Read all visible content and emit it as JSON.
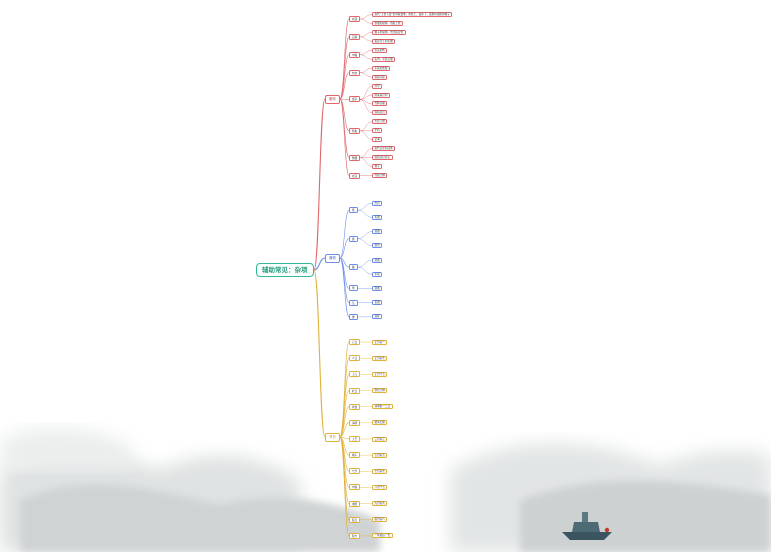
{
  "root": "辅助常见：杂项",
  "colors": {
    "root": "#35b89a",
    "branch_1": "#e0686c",
    "branch_2": "#6c8ee8",
    "branch_3": "#e0b23a"
  },
  "branches": [
    {
      "label": "服饰",
      "color": "red",
      "groups": [
        {
          "label": "衣裳",
          "items": [
            "古代“上衣下裳”的穿着要求，衣在上，裳在下，裳类似现在的裙子",
            "衣服的总称，也指上衣"
          ]
        },
        {
          "label": "冠冕",
          "items": [
            "帽子的总称，也泛指官位",
            "冕是帝王的礼帽"
          ]
        },
        {
          "label": "巾帻",
          "items": [
            "包头的布",
            "头巾，平民之服"
          ]
        },
        {
          "label": "布衣",
          "items": [
            "平民的衣服",
            "借指平民"
          ]
        },
        {
          "label": "绶带",
          "items": [
            "丝带",
            "用来系官印",
            "代称官职",
            "借指官员"
          ]
        },
        {
          "label": "笏板",
          "items": [
            "大臣上朝",
            "手持",
            "记事"
          ]
        },
        {
          "label": "簪缨",
          "items": [
            "古代官吏的冠饰",
            "借指高官显宦",
            "簪子"
          ]
        },
        {
          "label": "衣冠",
          "items": [
            "代指士绅"
          ]
        }
      ]
    },
    {
      "label": "器物",
      "color": "blue",
      "groups": [
        {
          "label": "鼎",
          "items": [
            "炊具",
            "礼器"
          ]
        },
        {
          "label": "爵",
          "items": [
            "酒器",
            "爵位"
          ]
        },
        {
          "label": "觚",
          "items": [
            "酒器",
            "木简"
          ]
        },
        {
          "label": "尊",
          "items": [
            "酒器"
          ]
        },
        {
          "label": "缶",
          "items": [
            "瓦器"
          ]
        },
        {
          "label": "樽",
          "items": [
            "酒杯"
          ]
        }
      ]
    },
    {
      "label": "节日",
      "color": "gold",
      "groups": [
        {
          "label": "元日",
          "items": [
            "正月初一"
          ]
        },
        {
          "label": "人日",
          "items": [
            "正月初七"
          ]
        },
        {
          "label": "上元",
          "items": [
            "正月十五"
          ]
        },
        {
          "label": "社日",
          "items": [
            "祭祀土神"
          ]
        },
        {
          "label": "寒食",
          "items": [
            "清明前一二日"
          ]
        },
        {
          "label": "清明",
          "items": [
            "踏青扫墓"
          ]
        },
        {
          "label": "上巳",
          "items": [
            "三月初三"
          ]
        },
        {
          "label": "端午",
          "items": [
            "五月初五"
          ]
        },
        {
          "label": "七夕",
          "items": [
            "七月初七"
          ]
        },
        {
          "label": "中秋",
          "items": [
            "八月十五"
          ]
        },
        {
          "label": "重阳",
          "items": [
            "九月初九"
          ]
        },
        {
          "label": "腊日",
          "items": [
            "腊月初八"
          ]
        },
        {
          "label": "除夕",
          "items": [
            "一年最后一天"
          ]
        }
      ]
    }
  ]
}
